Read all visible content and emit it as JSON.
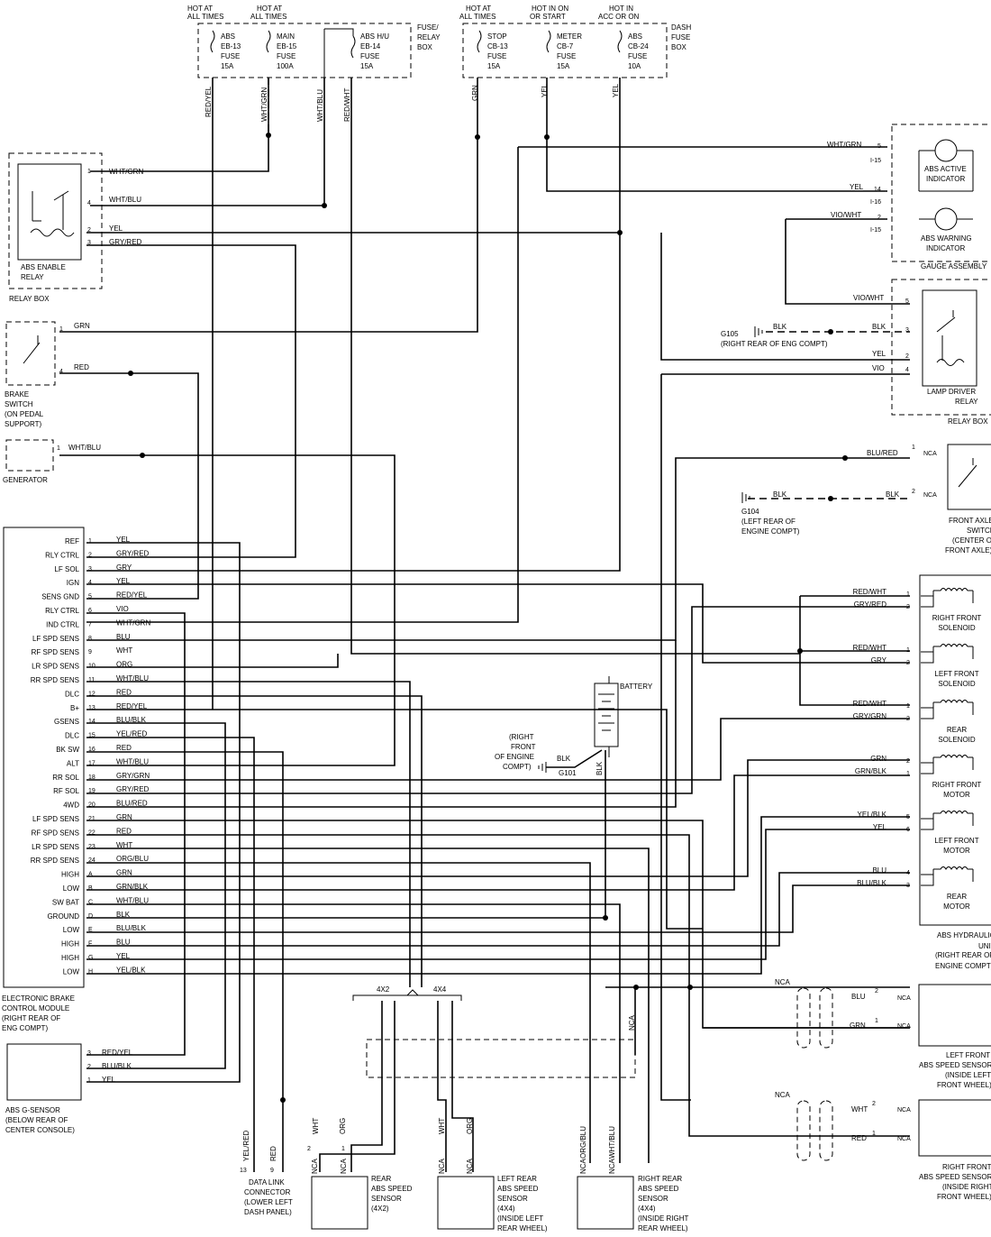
{
  "fuse_relay_box": {
    "label": [
      "FUSE/",
      "RELAY",
      "BOX"
    ],
    "fuses": [
      {
        "hot": [
          "HOT AT",
          "ALL TIMES"
        ],
        "name": [
          "ABS",
          "EB-13",
          "FUSE",
          "15A"
        ],
        "wire": "RED/YEL"
      },
      {
        "hot": [
          "HOT AT",
          "ALL TIMES"
        ],
        "name": [
          "MAIN",
          "EB-15",
          "FUSE",
          "100A"
        ],
        "wire": "WHT/GRN"
      },
      {
        "hot": [],
        "name": [
          "ABS H/U",
          "EB-14",
          "FUSE",
          "15A"
        ],
        "wire": "WHT/BLU"
      },
      {
        "hot": [],
        "name": [],
        "wire": "RED/WHT"
      }
    ]
  },
  "dash_fuse_box": {
    "label": [
      "DASH",
      "FUSE",
      "BOX"
    ],
    "fuses": [
      {
        "hot": [
          "HOT AT",
          "ALL TIMES"
        ],
        "name": [
          "STOP",
          "CB-13",
          "FUSE",
          "15A"
        ],
        "wire": "GRN"
      },
      {
        "hot": [
          "HOT IN ON",
          "OR START"
        ],
        "name": [
          "METER",
          "CB-7",
          "FUSE",
          "15A"
        ],
        "wire": "YEL"
      },
      {
        "hot": [
          "HOT IN",
          "ACC OR ON"
        ],
        "name": [
          "ABS",
          "CB-24",
          "FUSE",
          "10A"
        ],
        "wire": "YEL"
      }
    ]
  },
  "abs_enable_relay": {
    "label": [
      "ABS ENABLE",
      "RELAY"
    ],
    "box_label": "RELAY BOX",
    "pins": [
      {
        "pin": "1",
        "wire": "WHT/GRN"
      },
      {
        "pin": "4",
        "wire": "WHT/BLU"
      },
      {
        "pin": "2",
        "wire": "YEL"
      },
      {
        "pin": "3",
        "wire": "GRY/RED"
      }
    ]
  },
  "brake_switch": {
    "label": [
      "BRAKE",
      "SWITCH",
      "(ON PEDAL",
      "SUPPORT)"
    ],
    "pins": [
      {
        "pin": "1",
        "wire": "GRN"
      },
      {
        "pin": "4",
        "wire": "RED"
      }
    ]
  },
  "generator": {
    "label": "GENERATOR",
    "pin": "1",
    "wire": "WHT/BLU"
  },
  "ebcm": {
    "label": [
      "ELECTRONIC BRAKE",
      "CONTROL MODULE",
      "(RIGHT REAR OF",
      "ENG COMPT)"
    ],
    "pins": [
      {
        "pin": "1",
        "func": "REF",
        "wire": "YEL"
      },
      {
        "pin": "2",
        "func": "RLY CTRL",
        "wire": "GRY/RED"
      },
      {
        "pin": "3",
        "func": "LF SOL",
        "wire": "GRY"
      },
      {
        "pin": "4",
        "func": "IGN",
        "wire": "YEL"
      },
      {
        "pin": "5",
        "func": "SENS GND",
        "wire": "RED/YEL"
      },
      {
        "pin": "6",
        "func": "RLY CTRL",
        "wire": "VIO"
      },
      {
        "pin": "7",
        "func": "IND CTRL",
        "wire": "WHT/GRN"
      },
      {
        "pin": "8",
        "func": "LF SPD SENS",
        "wire": "BLU"
      },
      {
        "pin": "9",
        "func": "RF SPD SENS",
        "wire": "WHT"
      },
      {
        "pin": "10",
        "func": "LR SPD SENS",
        "wire": "ORG"
      },
      {
        "pin": "11",
        "func": "RR SPD SENS",
        "wire": "WHT/BLU"
      },
      {
        "pin": "12",
        "func": "DLC",
        "wire": "RED"
      },
      {
        "pin": "13",
        "func": "B+",
        "wire": "RED/YEL"
      },
      {
        "pin": "14",
        "func": "GSENS",
        "wire": "BLU/BLK"
      },
      {
        "pin": "15",
        "func": "DLC",
        "wire": "YEL/RED"
      },
      {
        "pin": "16",
        "func": "BK SW",
        "wire": "RED"
      },
      {
        "pin": "17",
        "func": "ALT",
        "wire": "WHT/BLU"
      },
      {
        "pin": "18",
        "func": "RR SOL",
        "wire": "GRY/GRN"
      },
      {
        "pin": "19",
        "func": "RF SOL",
        "wire": "GRY/RED"
      },
      {
        "pin": "20",
        "func": "4WD",
        "wire": "BLU/RED"
      },
      {
        "pin": "21",
        "func": "LF SPD SENS",
        "wire": "GRN"
      },
      {
        "pin": "22",
        "func": "RF SPD SENS",
        "wire": "RED"
      },
      {
        "pin": "23",
        "func": "LR SPD SENS",
        "wire": "WHT"
      },
      {
        "pin": "24",
        "func": "RR SPD SENS",
        "wire": "ORG/BLU"
      },
      {
        "pin": "A",
        "func": "HIGH",
        "wire": "GRN"
      },
      {
        "pin": "B",
        "func": "LOW",
        "wire": "GRN/BLK"
      },
      {
        "pin": "C",
        "func": "SW BAT",
        "wire": "WHT/BLU"
      },
      {
        "pin": "D",
        "func": "GROUND",
        "wire": "BLK"
      },
      {
        "pin": "E",
        "func": "LOW",
        "wire": "BLU/BLK"
      },
      {
        "pin": "F",
        "func": "HIGH",
        "wire": "BLU"
      },
      {
        "pin": "G",
        "func": "HIGH",
        "wire": "YEL"
      },
      {
        "pin": "H",
        "func": "LOW",
        "wire": "YEL/BLK"
      }
    ]
  },
  "g_sensor": {
    "label": [
      "ABS G-SENSOR",
      "(BELOW REAR OF",
      "CENTER CONSOLE)"
    ],
    "pins": [
      {
        "pin": "3",
        "wire": "RED/YEL"
      },
      {
        "pin": "2",
        "wire": "BLU/BLK"
      },
      {
        "pin": "1",
        "wire": "YEL"
      }
    ]
  },
  "gauge_assembly": {
    "label": "GAUGE ASSEMBLY",
    "active": [
      "ABS ACTIVE",
      "INDICATOR"
    ],
    "warning": [
      "ABS WARNING",
      "INDICATOR"
    ],
    "pins": [
      {
        "pin": "5",
        "wire": "WHT/GRN",
        "conn": "I-15"
      },
      {
        "pin": "14",
        "wire": "YEL",
        "conn": "I-16"
      },
      {
        "pin": "2",
        "wire": "VIO/WHT",
        "conn": "I-15"
      }
    ]
  },
  "lamp_driver_relay": {
    "label": [
      "LAMP DRIVER",
      "RELAY"
    ],
    "box_label": "RELAY BOX",
    "pins": [
      {
        "pin": "5",
        "wire": "VIO/WHT"
      },
      {
        "pin": "3",
        "wire": "BLK"
      },
      {
        "pin": "2",
        "wire": "YEL"
      },
      {
        "pin": "4",
        "wire": "VIO"
      }
    ]
  },
  "g105": {
    "name": "G105",
    "desc": "(RIGHT REAR OF ENG COMPT)",
    "wire": "BLK"
  },
  "front_axle_switch": {
    "label": [
      "FRONT AXLE",
      "SWITCH",
      "(CENTER OF",
      "FRONT AXLE)"
    ],
    "pins": [
      {
        "pin": "1",
        "wire": "BLU/RED",
        "nca": "NCA"
      },
      {
        "pin": "2",
        "wire": "BLK",
        "nca": "NCA"
      }
    ]
  },
  "g104": {
    "name": "G104",
    "desc": [
      "(LEFT REAR OF",
      "ENGINE COMPT)"
    ],
    "wire": "BLK"
  },
  "battery": {
    "label": "BATTERY",
    "ground_label": [
      "(RIGHT",
      "FRONT",
      "OF ENGINE",
      "COMPT)"
    ],
    "ground": "G101",
    "wire": "BLK"
  },
  "hydraulic_unit": {
    "label": [
      "ABS HYDRAULIC",
      "UNIT",
      "(RIGHT REAR OF",
      "ENGINE COMPT)"
    ],
    "components": [
      {
        "name": [
          "RIGHT FRONT",
          "SOLENOID"
        ],
        "pins": [
          {
            "pin": "1",
            "wire": "RED/WHT"
          },
          {
            "pin": "2",
            "wire": "GRY/RED"
          }
        ]
      },
      {
        "name": [
          "LEFT FRONT",
          "SOLENOID"
        ],
        "pins": [
          {
            "pin": "1",
            "wire": "RED/WHT"
          },
          {
            "pin": "2",
            "wire": "GRY"
          }
        ]
      },
      {
        "name": [
          "REAR",
          "SOLENOID"
        ],
        "pins": [
          {
            "pin": "1",
            "wire": "RED/WHT"
          },
          {
            "pin": "2",
            "wire": "GRY/GRN"
          }
        ]
      },
      {
        "name": [
          "RIGHT FRONT",
          "MOTOR"
        ],
        "pins": [
          {
            "pin": "2",
            "wire": "GRN"
          },
          {
            "pin": "1",
            "wire": "GRN/BLK"
          }
        ]
      },
      {
        "name": [
          "LEFT FRONT",
          "MOTOR"
        ],
        "pins": [
          {
            "pin": "5",
            "wire": "YEL/BLK"
          },
          {
            "pin": "6",
            "wire": "YEL"
          }
        ]
      },
      {
        "name": [
          "REAR",
          "MOTOR"
        ],
        "pins": [
          {
            "pin": "4",
            "wire": "BLU"
          },
          {
            "pin": "3",
            "wire": "BLU/BLK"
          }
        ]
      }
    ]
  },
  "left_front_sensor": {
    "label": [
      "LEFT FRONT",
      "ABS SPEED SENSOR",
      "(INSIDE LEFT",
      "FRONT WHEEL)"
    ],
    "pins": [
      {
        "pin": "2",
        "wire": "BLU",
        "nca": "NCA"
      },
      {
        "pin": "1",
        "wire": "GRN",
        "nca": "NCA"
      }
    ],
    "nca": "NCA"
  },
  "right_front_sensor": {
    "label": [
      "RIGHT FRONT",
      "ABS SPEED SENSOR",
      "(INSIDE RIGHT",
      "FRONT WHEEL)"
    ],
    "pins": [
      {
        "pin": "2",
        "wire": "WHT",
        "nca": "NCA"
      },
      {
        "pin": "1",
        "wire": "RED",
        "nca": "NCA"
      }
    ],
    "nca": "NCA"
  },
  "variant_labels": {
    "a": "4X2",
    "b": "4X4",
    "nca": "NCA"
  },
  "rear_sensor": {
    "label": [
      "REAR",
      "ABS SPEED",
      "SENSOR",
      "(4X2)"
    ],
    "pins": [
      {
        "pin": "2",
        "wire": "WHT"
      },
      {
        "pin": "1",
        "wire": "ORG"
      }
    ],
    "nca": "NCA"
  },
  "left_rear_sensor": {
    "label": [
      "LEFT REAR",
      "ABS SPEED",
      "SENSOR",
      "(4X4)",
      "(INSIDE LEFT",
      "REAR WHEEL)"
    ],
    "pins": [
      {
        "pin": "",
        "wire": "WHT"
      },
      {
        "pin": "",
        "wire": "ORG"
      }
    ],
    "nca": "NCA"
  },
  "right_rear_sensor": {
    "label": [
      "RIGHT REAR",
      "ABS SPEED",
      "SENSOR",
      "(4X4)",
      "(INSIDE RIGHT",
      "REAR WHEEL)"
    ],
    "pins": [
      {
        "pin": "",
        "wire": "ORG/BLU"
      },
      {
        "pin": "",
        "wire": "WHT/BLU"
      }
    ],
    "nca": "NCA"
  },
  "dlc": {
    "label": [
      "DATA LINK",
      "CONNECTOR",
      "(LOWER LEFT",
      "DASH PANEL)"
    ],
    "pins": [
      {
        "pin": "13",
        "wire": "YEL/RED"
      },
      {
        "pin": "9",
        "wire": "RED"
      }
    ]
  }
}
